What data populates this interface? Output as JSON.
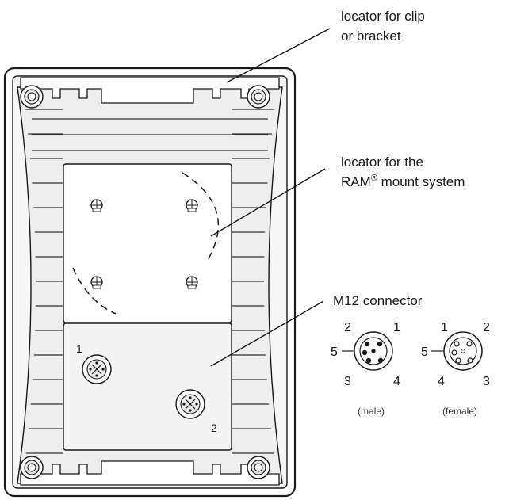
{
  "labels": {
    "clip_line1": "locator for clip",
    "clip_line2": "or bracket",
    "ram_line1": "locator for the",
    "ram_line2_pre": "RAM",
    "ram_reg": "®",
    "ram_line2_post": " mount system",
    "m12": "M12 connector"
  },
  "connectors": {
    "port1": "1",
    "port2": "2",
    "male": {
      "caption": "(male)",
      "pins": {
        "top_left": "2",
        "top_right": "1",
        "left": "5",
        "bottom_left": "3",
        "bottom_right": "4"
      }
    },
    "female": {
      "caption": "(female)",
      "pins": {
        "top_left": "1",
        "top_right": "2",
        "left": "5",
        "bottom_left": "4",
        "bottom_right": "3"
      }
    }
  },
  "colors": {
    "line": "#1a1a1a",
    "fill_light": "#eaeaea",
    "fill_body": "#f3f3f3",
    "plate": "#eeeeee"
  }
}
